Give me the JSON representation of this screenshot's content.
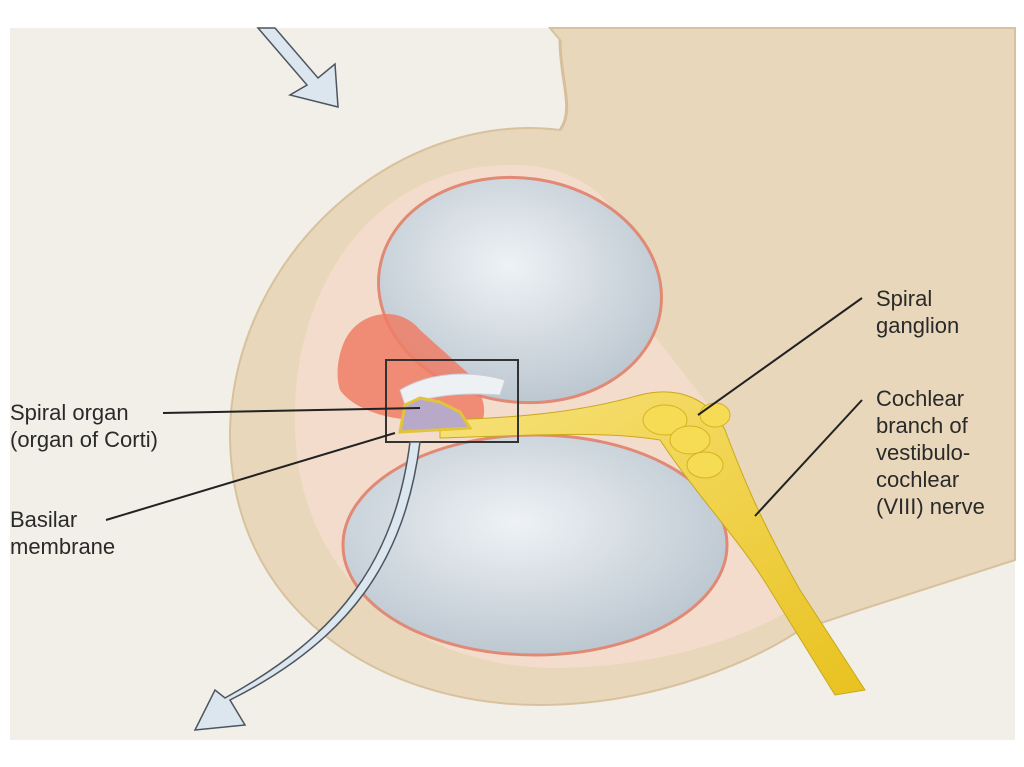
{
  "labels": {
    "spiral_organ": "Spiral organ",
    "spiral_organ_alt": "(organ of Corti)",
    "basilar_1": "Basilar",
    "basilar_2": "membrane",
    "ganglion_1": "Spiral",
    "ganglion_2": "ganglion",
    "nerve_1": "Cochlear",
    "nerve_2": "branch of",
    "nerve_3": "vestibulo-",
    "nerve_4": "cochlear",
    "nerve_5": "(VIII) nerve"
  },
  "colors": {
    "background": "#f1efe7",
    "bone": "#e9d8bb",
    "tissue": "#f3c9b0",
    "fluid": "#d3dbe2",
    "duct": "#ee7c66",
    "nerve": "#f2d23a",
    "arrow": "#dbe6ee"
  }
}
